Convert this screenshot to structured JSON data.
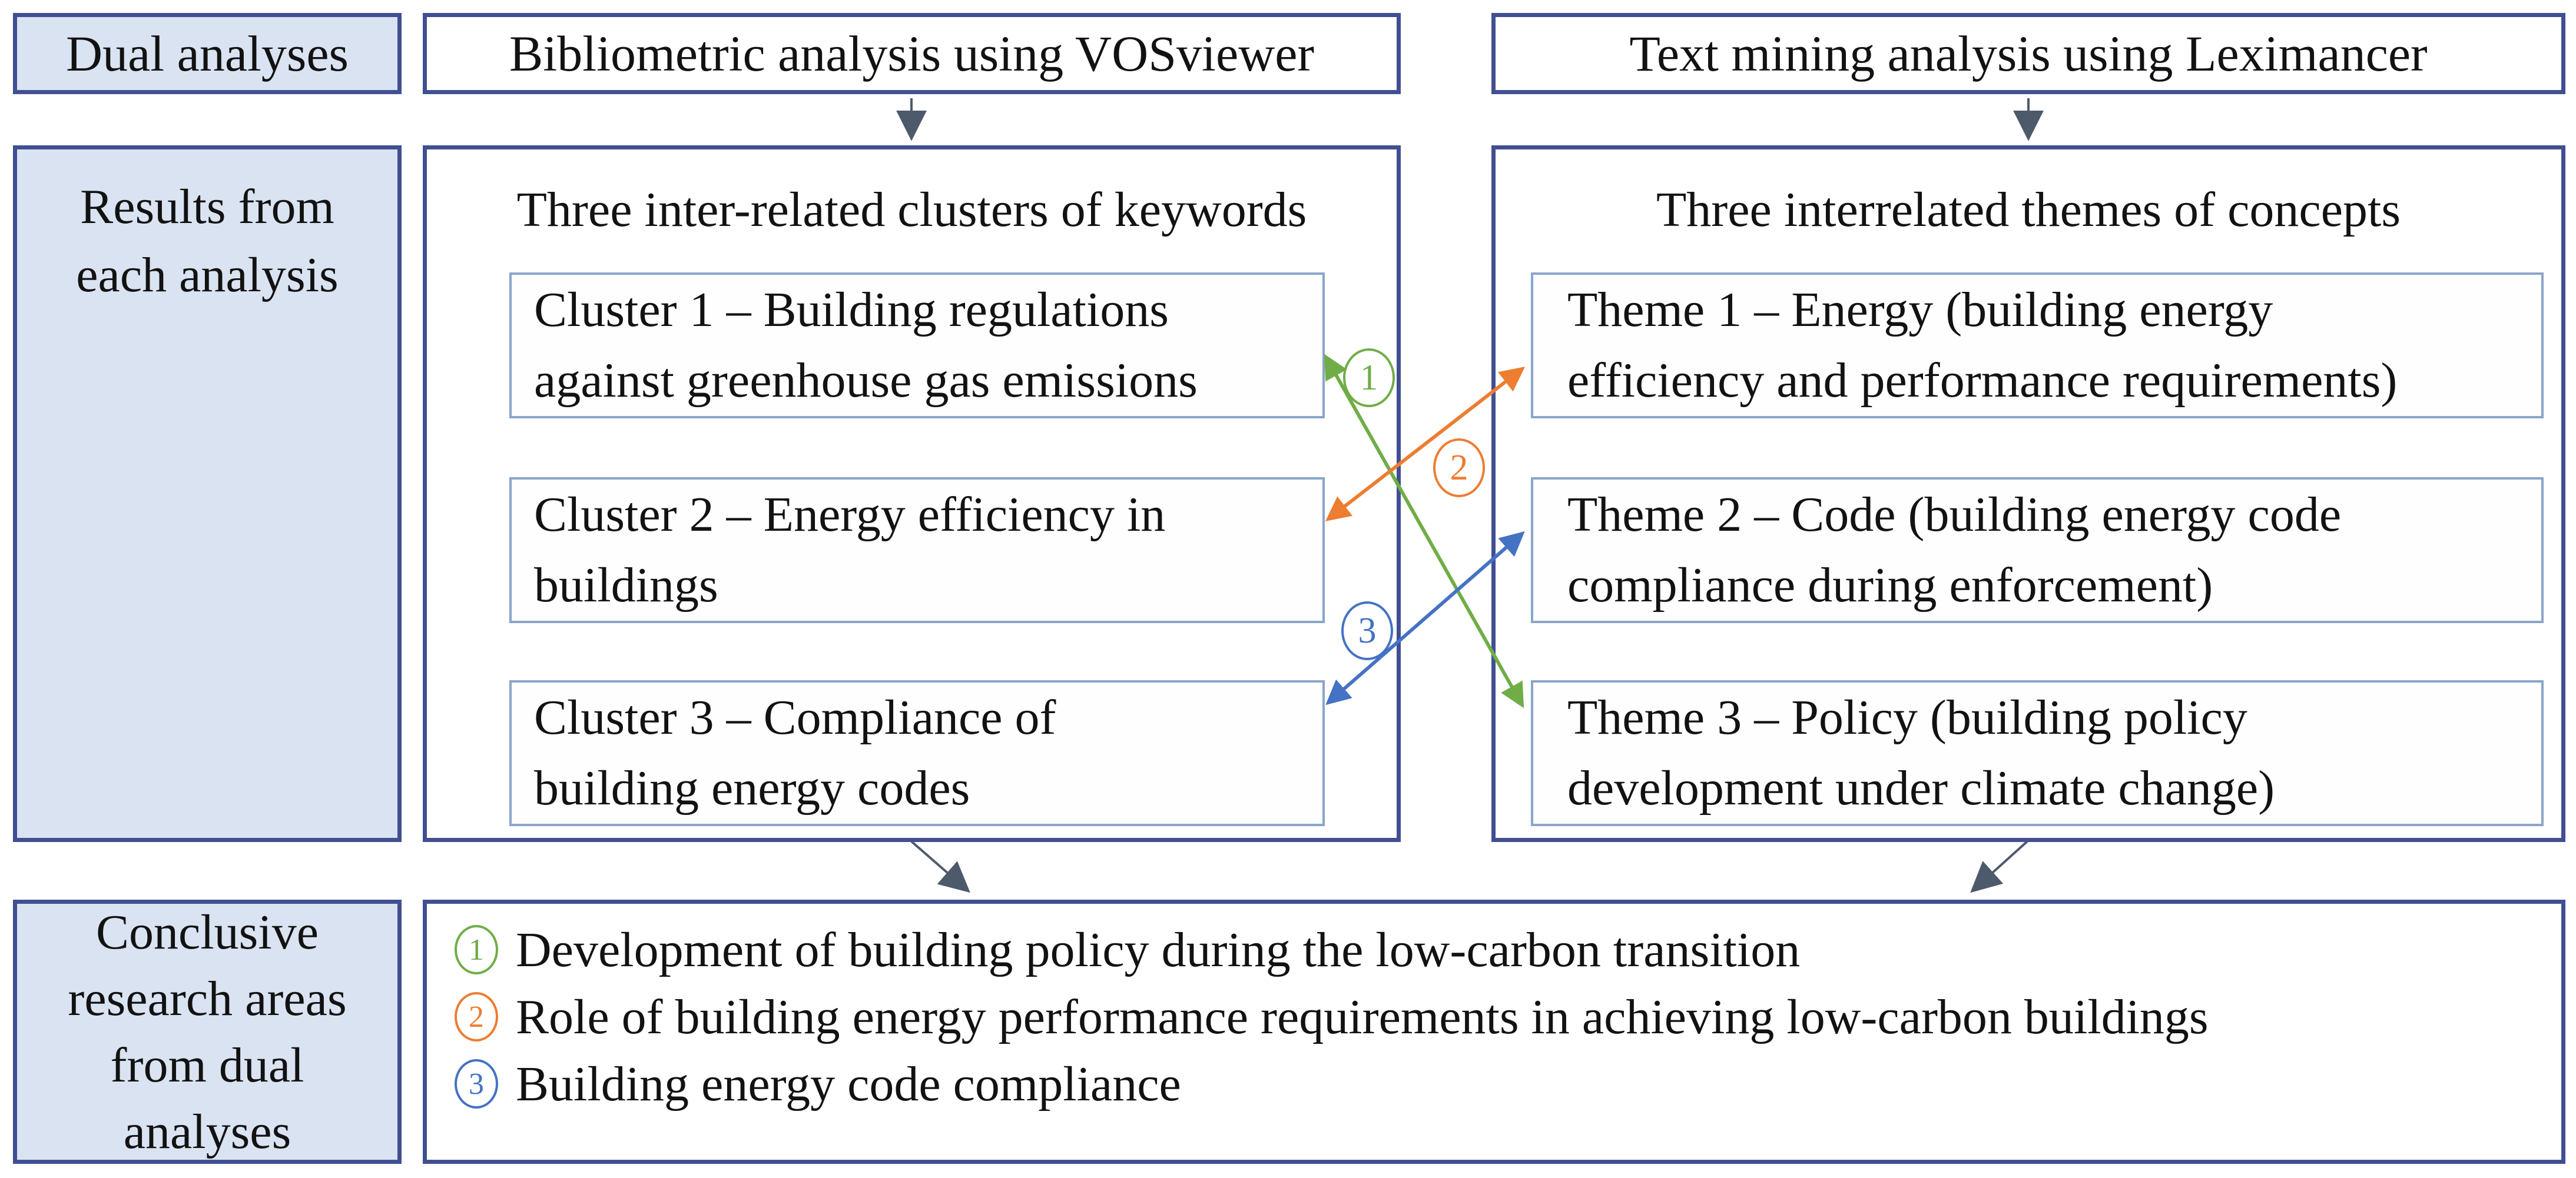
{
  "row_labels": {
    "dual_analyses": "Dual analyses",
    "results": "Results from\neach analysis",
    "conclusive": "Conclusive\nresearch areas\nfrom dual\nanalyses"
  },
  "top_boxes": {
    "bibliometric": "Bibliometric analysis using VOSviewer",
    "text_mining": "Text mining analysis using Leximancer"
  },
  "clusters_panel": {
    "title": "Three inter-related clusters of keywords",
    "items": [
      {
        "id": "cluster-1",
        "text": "Cluster 1 – Building regulations\nagainst greenhouse gas emissions"
      },
      {
        "id": "cluster-2",
        "text": "Cluster 2 – Energy efficiency in\nbuildings"
      },
      {
        "id": "cluster-3",
        "text": "Cluster 3 – Compliance of\nbuilding energy codes"
      }
    ]
  },
  "themes_panel": {
    "title": "Three interrelated themes of concepts",
    "items": [
      {
        "id": "theme-1",
        "text": "Theme 1 – Energy (building energy\nefficiency and performance requirements)"
      },
      {
        "id": "theme-2",
        "text": "Theme 2 – Code (building energy code\ncompliance during enforcement)"
      },
      {
        "id": "theme-3",
        "text": "Theme 3 – Policy (building policy\ndevelopment under climate change)"
      }
    ]
  },
  "links": [
    {
      "num": "1",
      "color": "#70ad47",
      "from": "Cluster 1",
      "to": "Theme 3"
    },
    {
      "num": "2",
      "color": "#ed7d31",
      "from": "Cluster 2",
      "to": "Theme 1"
    },
    {
      "num": "3",
      "color": "#4472c4",
      "from": "Cluster 3",
      "to": "Theme 2"
    }
  ],
  "conclusions": [
    {
      "num": "1",
      "text": "Development of building policy during the low-carbon transition"
    },
    {
      "num": "2",
      "text": "Role of building energy performance requirements in achieving low-carbon buildings"
    },
    {
      "num": "3",
      "text": "Building energy code compliance"
    }
  ],
  "colors": {
    "box_border": "#414f92",
    "inner_border": "#8aa5c8",
    "label_fill": "#dae3f1",
    "connector": "#4d5a6b",
    "link_green": "#70ad47",
    "link_orange": "#ed7d31",
    "link_blue": "#4472c4"
  }
}
